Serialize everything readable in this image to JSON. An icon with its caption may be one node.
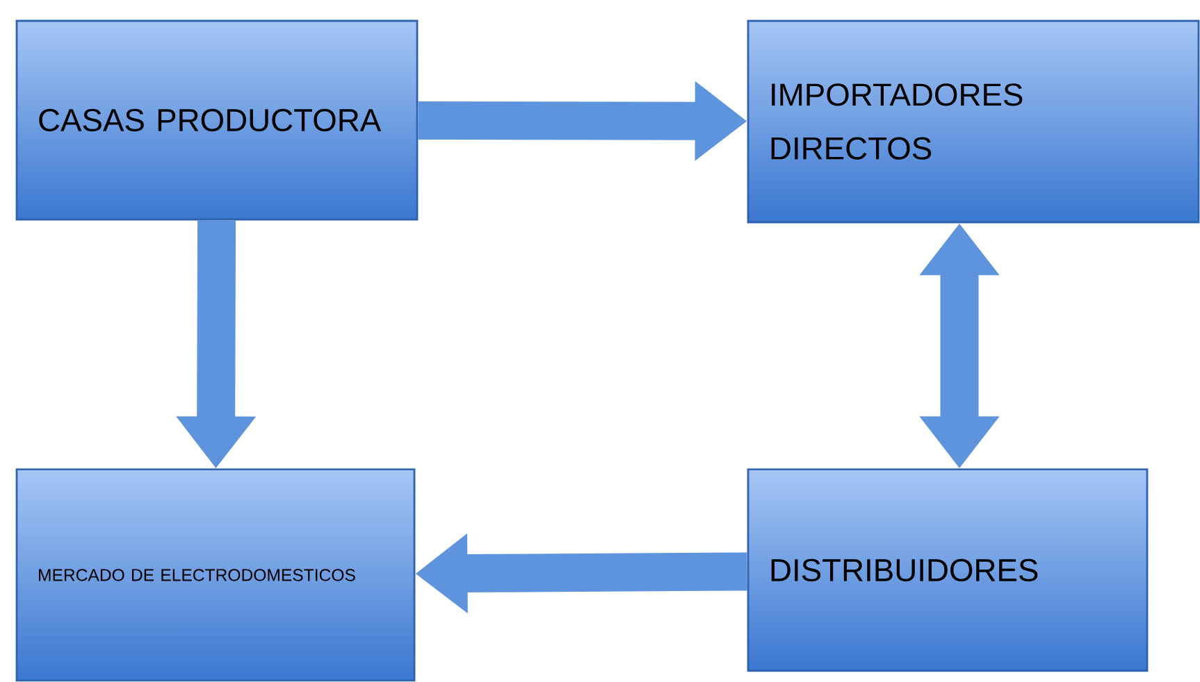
{
  "diagram": {
    "nodes": [
      {
        "text": [
          "CASAS PRODUCTORA"
        ]
      },
      {
        "text": [
          "IMPORTADORES DIRECTOS"
        ]
      },
      {
        "text": [
          "MERCADO DE ELECTRODOMESTICOS"
        ]
      },
      {
        "text": [
          "DISTRIBUIDORES"
        ]
      }
    ],
    "edges": [
      {
        "from": 0,
        "to": 1,
        "arrow": "to"
      },
      {
        "from": 0,
        "to": 2,
        "arrow": "to"
      },
      {
        "from": 1,
        "to": 3,
        "arrow": "both"
      },
      {
        "from": 3,
        "to": 2,
        "arrow": "to"
      }
    ]
  }
}
